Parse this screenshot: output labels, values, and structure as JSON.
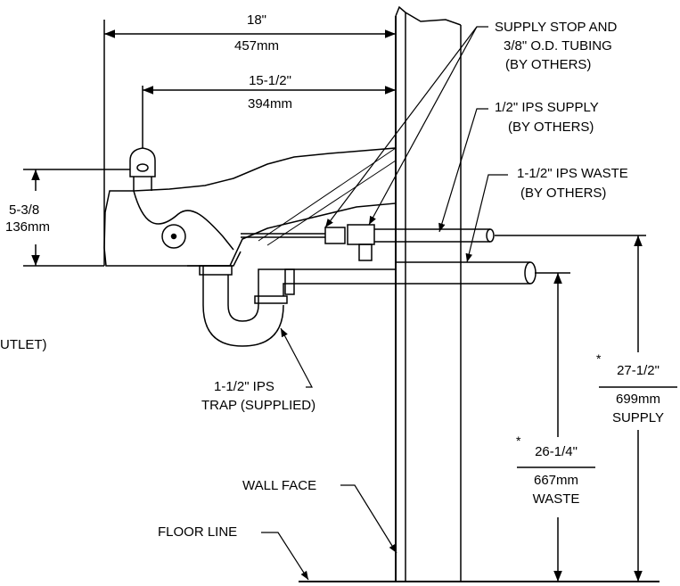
{
  "dimensions": {
    "overall_depth": {
      "imperial": "18\"",
      "metric": "457mm"
    },
    "bubbler_to_wall": {
      "imperial": "15-1/2\"",
      "metric": "394mm"
    },
    "bowl_height": {
      "imperial": "5-3/8",
      "metric": "136mm"
    },
    "supply_height": {
      "imperial": "27-1/2\"",
      "metric": "699mm",
      "label": "SUPPLY",
      "marker": "*"
    },
    "waste_height": {
      "imperial": "26-1/4\"",
      "metric": "667mm",
      "label": "WASTE",
      "marker": "*"
    }
  },
  "callouts": {
    "supply_stop": [
      "SUPPLY STOP AND",
      "3/8\" O.D. TUBING",
      "(BY OTHERS)"
    ],
    "ips_supply": [
      "1/2\" IPS SUPPLY",
      "(BY OTHERS)"
    ],
    "ips_waste": [
      "1-1/2\" IPS WASTE",
      "(BY OTHERS)"
    ],
    "trap": [
      "1-1/2\" IPS",
      "TRAP (SUPPLIED)"
    ],
    "outlet_partial": "UTLET)",
    "wall_face": "WALL FACE",
    "floor_line": "FLOOR LINE"
  }
}
